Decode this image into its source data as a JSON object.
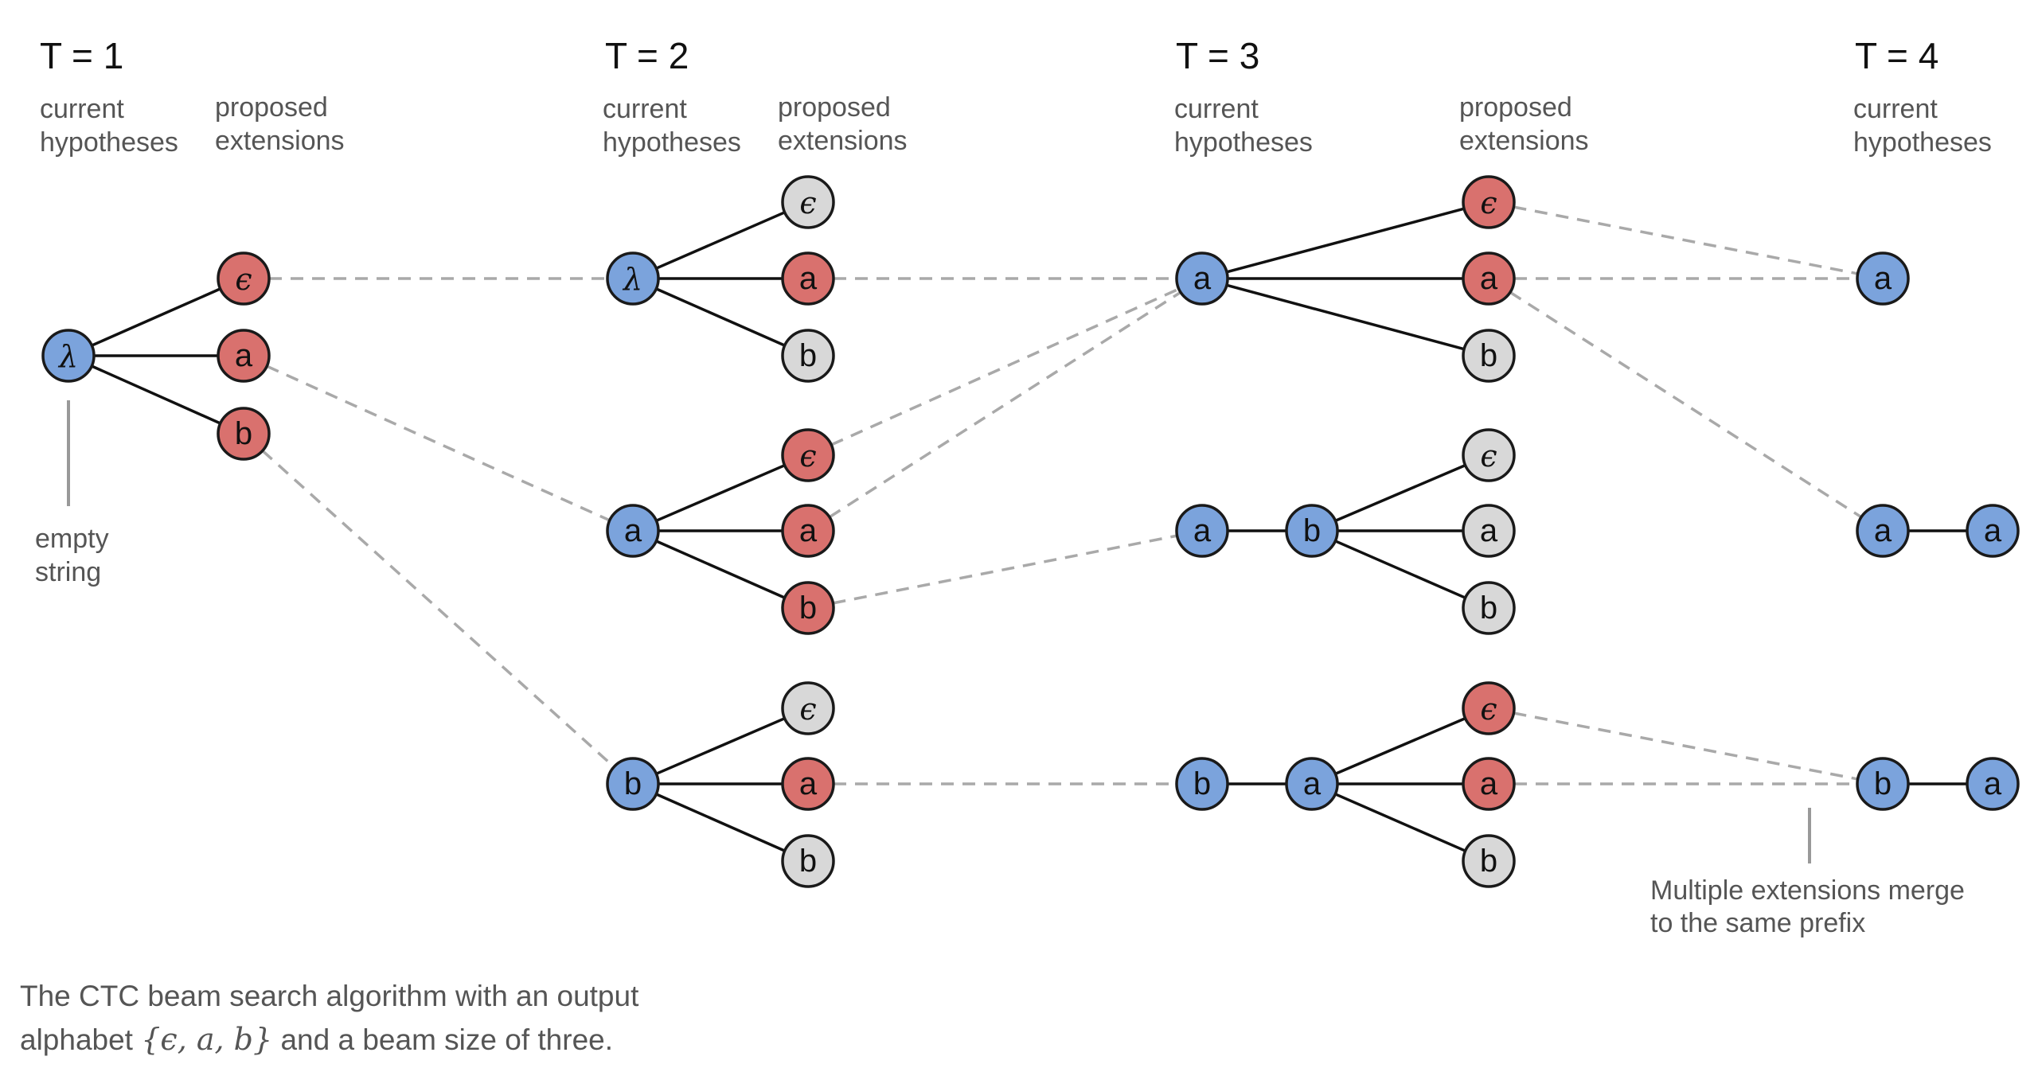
{
  "colors": {
    "hypothesis": "#7ba3dc",
    "proposed_chosen": "#d9716e",
    "proposed_pruned": "#d8d8d8",
    "edge": "#111111",
    "dashed": "#a9a9a9",
    "annotation": "#555555"
  },
  "timesteps": [
    {
      "title": "T = 1",
      "current": "current hypotheses",
      "proposed": "proposed extensions"
    },
    {
      "title": "T = 2",
      "current": "current hypotheses",
      "proposed": "proposed extensions"
    },
    {
      "title": "T = 3",
      "current": "current hypotheses",
      "proposed": "proposed extensions"
    },
    {
      "title": "T = 4",
      "current": "current hypotheses"
    }
  ],
  "symbols": {
    "lambda": "λ",
    "epsilon": "ϵ",
    "a": "a",
    "b": "b"
  },
  "annotations": {
    "empty_string": [
      "empty",
      "string"
    ],
    "merge": [
      "Multiple extensions merge",
      "to the same prefix"
    ]
  },
  "caption": {
    "line1": "The CTC beam search algorithm with an output",
    "line2_prefix": "alphabet ",
    "alphabet": "{ϵ, a, b}",
    "line2_suffix": " and a beam size of three."
  }
}
